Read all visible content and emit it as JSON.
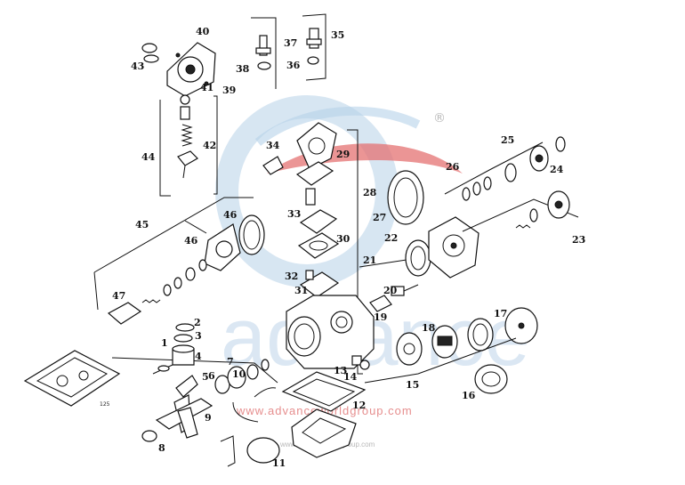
{
  "watermark": {
    "brand": "advance",
    "url": "www.advanceworldgroup.com",
    "url_small": "www.advanceworldgroup.com",
    "registered": "®",
    "colors": {
      "blue": "#a9c9e4",
      "red": "#e05a5a",
      "pale": "#dfeaf4"
    }
  },
  "labels": {
    "p1": "1",
    "p2": "2",
    "p3": "3",
    "p4": "4",
    "p5": "5",
    "p6": "6",
    "p7": "7",
    "p8": "8",
    "p9": "9",
    "p10": "10",
    "p11": "11",
    "p12": "12",
    "p13": "13",
    "p14": "14",
    "p15": "15",
    "p16": "16",
    "p17": "17",
    "p18": "18",
    "p19": "19",
    "p20": "20",
    "p21": "21",
    "p22": "22",
    "p23": "23",
    "p24": "24",
    "p25": "25",
    "p26": "26",
    "p27": "27",
    "p28": "28",
    "p29": "29",
    "p30": "30",
    "p31": "31",
    "p32": "32",
    "p33": "33",
    "p34": "34",
    "p35": "35",
    "p36": "36",
    "p37": "37",
    "p38": "38",
    "p39": "39",
    "p40": "40",
    "p41": "41",
    "p42": "42",
    "p43": "43",
    "p44": "44",
    "p45": "45",
    "p46a": "46",
    "p46b": "46",
    "p47": "47",
    "p125": "125"
  }
}
